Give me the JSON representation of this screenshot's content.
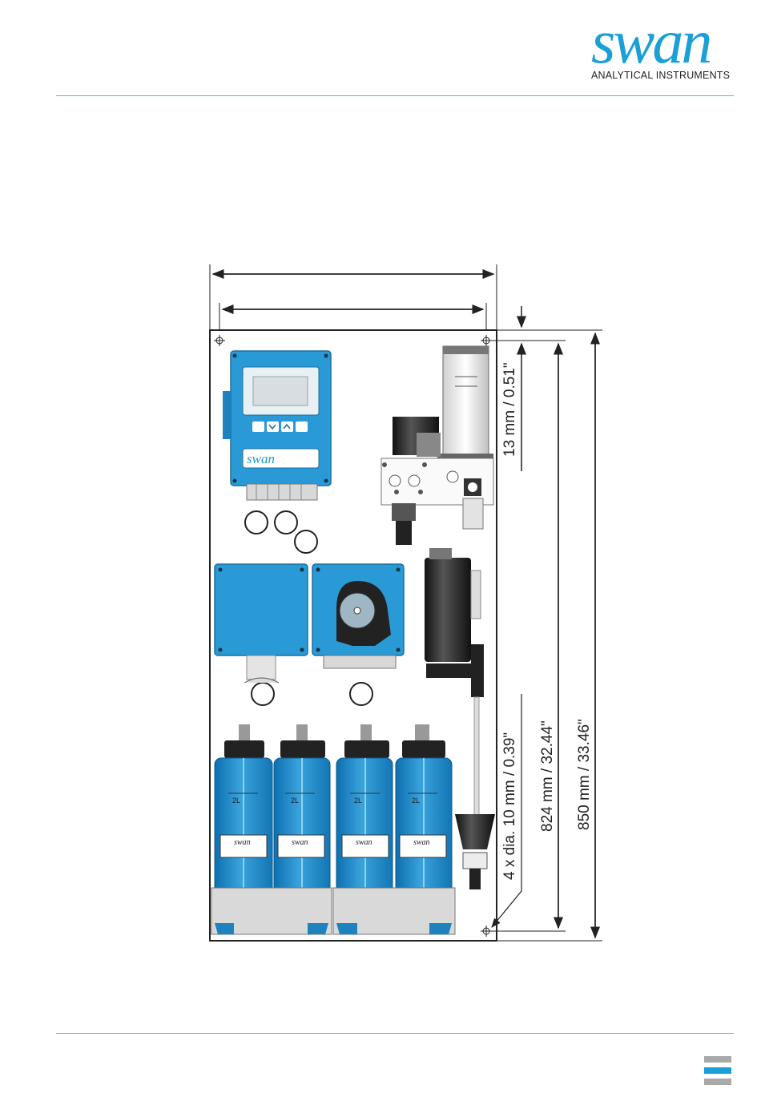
{
  "header": {
    "brand": "swan",
    "tagline": "ANALYTICAL INSTRUMENTS"
  },
  "drawing": {
    "dimensions": {
      "offset": "13 mm / 0.51\"",
      "holes": "4 x dia. 10 mm / 0.39\"",
      "hole_spacing": "824 mm / 32.44\"",
      "overall_height": "850 mm / 33.46\""
    },
    "bottle_volume": [
      "2L",
      "2L",
      "2L",
      "2L"
    ],
    "bottle_label": [
      "swan",
      "swan",
      "swan",
      "swan"
    ],
    "transmitter_logo": "swan"
  },
  "colors": {
    "accent": "#1a9fd6",
    "panel_outline": "#222222",
    "inactive_nav": "#a9a9a9"
  }
}
